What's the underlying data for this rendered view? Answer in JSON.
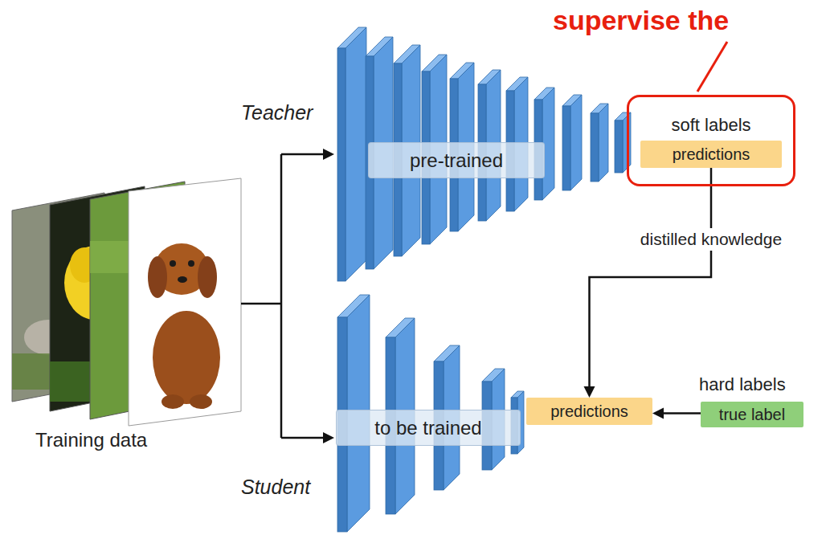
{
  "diagram": {
    "nodes": [
      {
        "text": [
          "soft labels"
        ]
      },
      {
        "text": [
          "predictions"
        ],
        "in": 0
      },
      {
        "text": [
          "pre-trained"
        ]
      },
      {
        "text": [
          "to be trained"
        ]
      },
      {
        "text": [
          "predictions"
        ]
      },
      {
        "text": [
          "true label"
        ]
      }
    ],
    "edges": [
      {
        "from": 1,
        "to": 4,
        "label": "distilled knowledge",
        "arrow": "to"
      },
      {
        "from": 5,
        "to": 4,
        "arrow": "to"
      }
    ],
    "labels": [
      "supervise the",
      "Teacher",
      "Training data",
      "hard labels",
      "Student"
    ]
  }
}
